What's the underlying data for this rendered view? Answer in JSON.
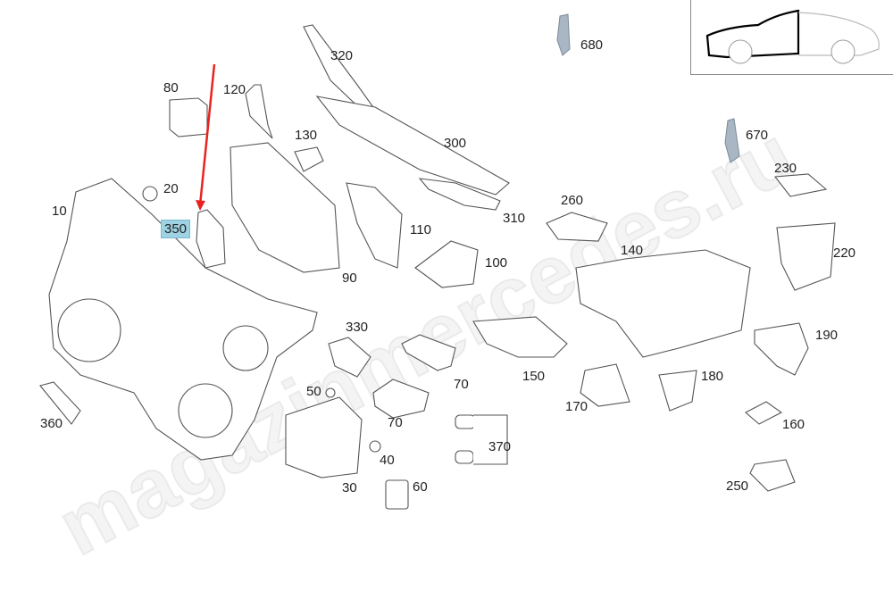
{
  "watermark": "magazinmercedes.ru",
  "highlight_color": "#9fd3e3",
  "arrow_color": "#e8231f",
  "labels": {
    "l320": "320",
    "l680": "680",
    "l80": "80",
    "l120": "120",
    "l130": "130",
    "l300": "300",
    "l670": "670",
    "l230": "230",
    "l20": "20",
    "l10": "10",
    "l350": "350",
    "l310": "310",
    "l260": "260",
    "l110": "110",
    "l220": "220",
    "l140": "140",
    "l100": "100",
    "l90": "90",
    "l330": "330",
    "l190": "190",
    "l150": "150",
    "l180": "180",
    "l50": "50",
    "l70a": "70",
    "l170": "170",
    "l160": "160",
    "l360": "360",
    "l70b": "70",
    "l370": "370",
    "l40": "40",
    "l30": "30",
    "l60": "60",
    "l250": "250"
  }
}
